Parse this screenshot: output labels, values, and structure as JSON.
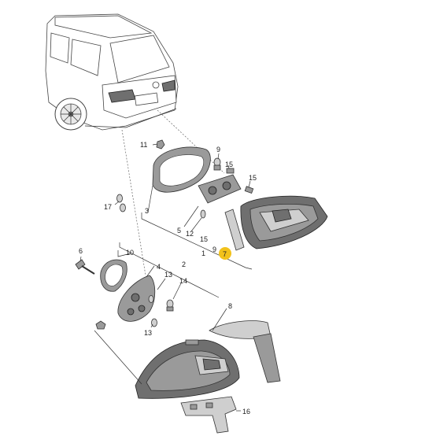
{
  "diagram": {
    "labels": {
      "n1": "1",
      "n2": "2",
      "n3": "3",
      "n4": "4",
      "n5": "5",
      "n6": "6",
      "n7": "7",
      "n8": "8",
      "n9a": "9",
      "n9b": "9",
      "n10": "10",
      "n11": "11",
      "n12": "12",
      "n13a": "13",
      "n13b": "13",
      "n14": "14",
      "n15a": "15",
      "n15b": "15",
      "n15c": "15",
      "n16": "16",
      "n17": "17"
    },
    "colors": {
      "highlight": "#f2c21b",
      "part": "#9a9a9a",
      "dark": "#6f6f6f"
    }
  }
}
